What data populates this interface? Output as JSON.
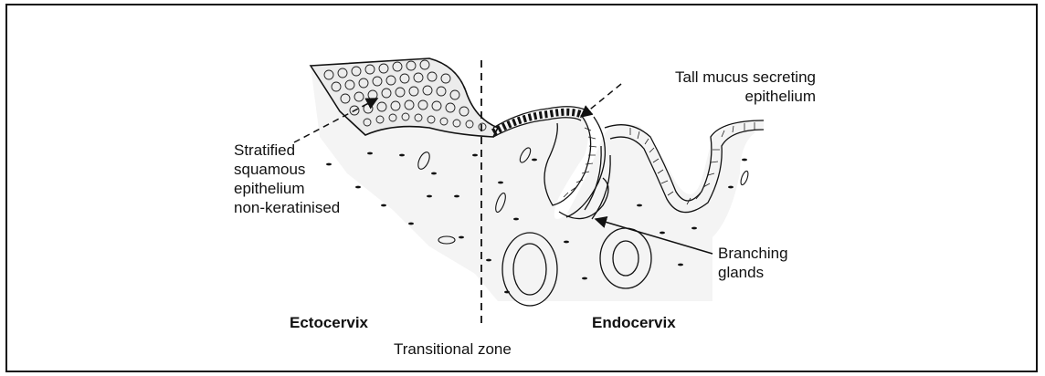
{
  "labels": {
    "stratified": "Stratified\nsquamous\nepithelium\nnon-keratinised",
    "tall_mucus": "Tall mucus secreting\nepithelium",
    "branching": "Branching\nglands",
    "ectocervix": "Ectocervix",
    "endocervix": "Endocervix",
    "transitional": "Transitional zone"
  }
}
